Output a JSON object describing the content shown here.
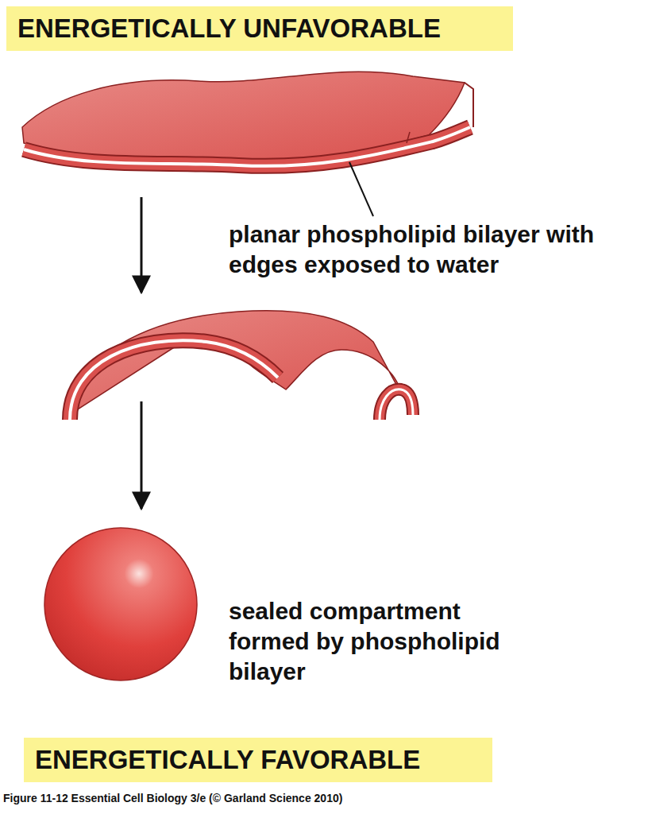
{
  "diagram": {
    "caption": "Figure 11-12 Essential Cell Biology 3/e (© Garland Science 2010)",
    "nodes": [
      {
        "text": [
          "ENERGETICALLY UNFAVORABLE"
        ]
      },
      {
        "text": [
          "ENERGETICALLY FAVORABLE"
        ]
      }
    ],
    "labels": [
      "planar phospholipid bilayer with edges exposed to water",
      "sealed compartment formed by phospholipid bilayer"
    ]
  }
}
